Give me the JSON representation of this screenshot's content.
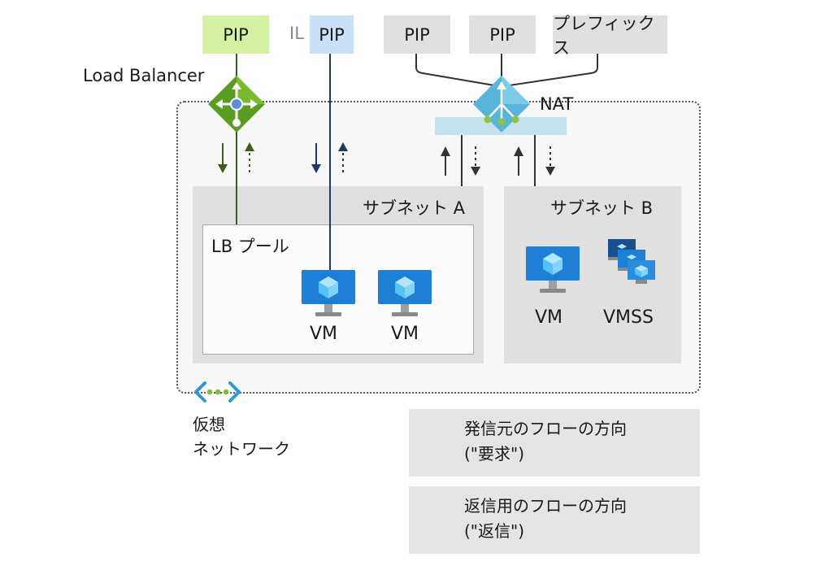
{
  "pips": {
    "lb_pip": "PIP",
    "il_label": "IL",
    "il_pip": "PIP",
    "nat_pip_1": "PIP",
    "nat_pip_2": "PIP",
    "nat_prefix": "プレフィックス"
  },
  "load_balancer_label": "Load Balancer",
  "nat_label": "NAT",
  "subnet_a_label": "サブネット A",
  "subnet_b_label": "サブネット B",
  "lb_pool_label": "LB プール",
  "vm_labels": [
    "VM",
    "VM",
    "VM"
  ],
  "vmss_label": "VMSS",
  "vnet_label_line1": "仮想",
  "vnet_label_line2": "ネットワーク",
  "legend": {
    "outbound_line1": "発信元のフローの方向",
    "outbound_line2": "(\"要求\")",
    "return_line1": "返信用のフローの方向",
    "return_line2": "(\"返信\")"
  },
  "colors": {
    "lb_green": "#5a8a1e",
    "lb_line": "#3d5c1f",
    "il_navy": "#1f3864",
    "nat_blue": "#59b4d9",
    "arrow_gray": "#333333"
  },
  "icons": [
    "load-balancer-icon",
    "nat-gateway-icon",
    "vm-icon",
    "vmss-icon",
    "virtual-network-icon"
  ]
}
